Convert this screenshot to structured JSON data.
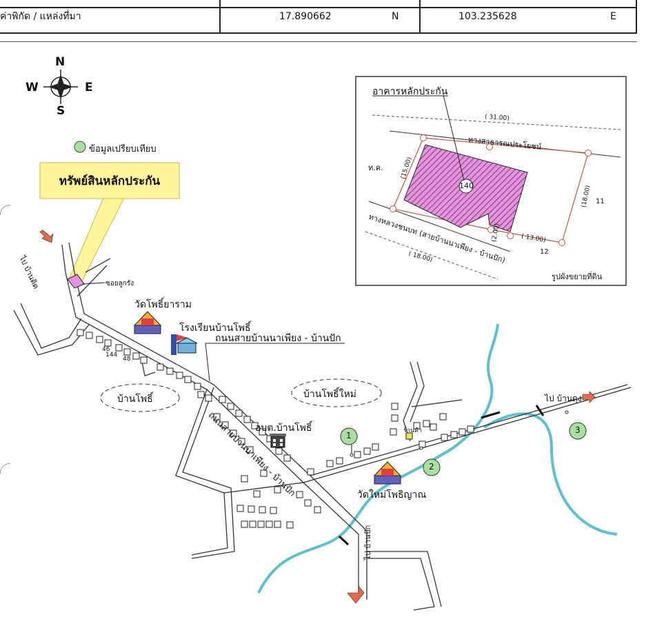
{
  "header": {
    "label": "ค่าพิกัด / แหล่งที่มา",
    "latitude": "17.890662",
    "lat_dir": "N",
    "longitude": "103.235628",
    "lon_dir": "E"
  },
  "compass": {
    "n": "N",
    "s": "S",
    "e": "E",
    "w": "W"
  },
  "legend": {
    "comparison": "ข้อมูลเปรียบเทียบ"
  },
  "callout": "ทรัพย์สินหลักประกัน",
  "labels": {
    "soi": "ซอยลูกรัง",
    "wat_pho": "วัดโพธิ์ยาราม",
    "school": "โรงเรียนบ้านโพธิ์",
    "road_name": "ถนนสายบ้านนาเพียง - บ้านปัก",
    "road_vertical": "ถนนสายบ้านนาเพียง - บ้านปัก",
    "ban_pho": "บ้านโพธิ์",
    "ban_pho_mai": "บ้านโพธิ์ใหม่",
    "obt": "อบต.บ้านโพธิ์",
    "wat_mai": "วัดใหม่โพธิญาณ",
    "to_ban_dung": "ไป บ้านดุง",
    "to_north": "ไป บ้านดิด",
    "to_south": "ไป บ้านปัก",
    "shop": "ร้านค้า",
    "n46a": "46",
    "n144": "144",
    "n46b": "48"
  },
  "markers": [
    "1",
    "2",
    "3"
  ],
  "inset": {
    "building": "อาคารหลักประกัน",
    "public_way": "ทางสาธารณประโยชน์",
    "tk": "ท.ค.",
    "highway": "ทางหลวงชนบท (สายบ้านนาเพียง - บ้านปัก)",
    "plot": "140",
    "n11": "11",
    "n12": "12",
    "d31": "( 31.00)",
    "d15": "(15.00)",
    "d18a": "(18.00)",
    "d2": "(2.00)",
    "d13": "( 13.00)",
    "d18b": "( 18.00)",
    "caption": "รูปผังขยายที่ดิน"
  },
  "colors": {
    "river": "#5bc0d0",
    "pin": "#e86a4a",
    "plot": "#e890e0",
    "callout": "#fff59a",
    "marker": "#a8e0a0"
  }
}
